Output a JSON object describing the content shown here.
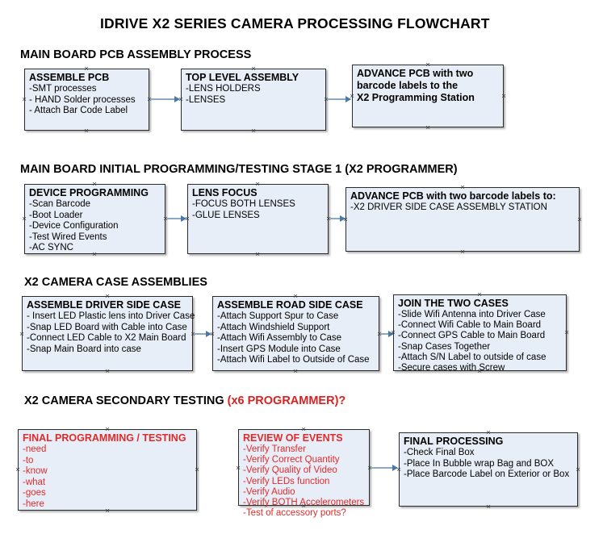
{
  "document": {
    "title": "IDRIVE X2  SERIES CAMERA PROCESSING FLOWCHART"
  },
  "sections": [
    {
      "id": "main-board-pcb-assembly-process",
      "heading": "MAIN BOARD PCB ASSEMBLY PROCESS",
      "heading_accent": "",
      "nodes": [
        {
          "id": "assemble-pcb",
          "title": "ASSEMBLE PCB",
          "lines": [
            "-SMT processes",
            "- HAND Solder processes",
            "- Attach Bar Code Label"
          ],
          "color": "black"
        },
        {
          "id": "top-level-assembly",
          "title": "TOP LEVEL ASSEMBLY",
          "lines": [
            "-LENS HOLDERS",
            "-LENSES"
          ],
          "color": "black"
        },
        {
          "id": "advance-pcb-programming-station",
          "title": "ADVANCE PCB with two",
          "lines": [
            "barcode labels to the",
            " X2 Programming Station"
          ],
          "color": "black",
          "title_is_bold_block": true
        }
      ]
    },
    {
      "id": "main-board-initial-programming",
      "heading": "MAIN BOARD INITIAL PROGRAMMING/TESTING STAGE 1 (X2 PROGRAMMER)",
      "heading_accent": "",
      "nodes": [
        {
          "id": "device-programming",
          "title": "DEVICE PROGRAMMING",
          "lines": [
            "-Scan Barcode",
            "-Boot Loader",
            "-Device Configuration",
            "-Test Wired Events",
            "-AC SYNC"
          ],
          "color": "black"
        },
        {
          "id": "lens-focus",
          "title": "LENS FOCUS",
          "lines": [
            "-FOCUS BOTH LENSES",
            "-GLUE LENSES"
          ],
          "color": "black"
        },
        {
          "id": "advance-pcb-driver-side-station",
          "title": "ADVANCE PCB with two barcode labels to:",
          "lines": [
            "-X2 DRIVER  SIDE  CASE  ASSEMBLY STATION"
          ],
          "color": "black"
        }
      ]
    },
    {
      "id": "x2-camera-case-assemblies",
      "heading": "X2 CAMERA CASE ASSEMBLIES",
      "heading_accent": "",
      "nodes": [
        {
          "id": "assemble-driver-side-case",
          "title": "ASSEMBLE DRIVER SIDE CASE",
          "lines": [
            "- Insert LED Plastic lens into Driver Case",
            "-Snap LED Board with Cable into Case",
            "-Connect LED Cable to X2 Main Board",
            "-Snap Main Board into case"
          ],
          "color": "black"
        },
        {
          "id": "assemble-road-side-case",
          "title": "ASSEMBLE ROAD SIDE CASE",
          "lines": [
            "-Attach Support Spur to Case",
            "-Attach Windshield Support",
            "-Attach Wifi Assembly to Case",
            "-Insert GPS Module into Case",
            "-Attach Wifi Label to Outside of Case"
          ],
          "color": "black"
        },
        {
          "id": "join-the-two-cases",
          "title": "JOIN THE TWO CASES",
          "lines": [
            "-Slide Wifi Antenna into Driver Case",
            "-Connect Wifi Cable to Main Board",
            "-Connect GPS Cable to Main Board",
            "-Snap Cases Together",
            "-Attach S/N Label to outside of case",
            "-Secure cases with Screw"
          ],
          "color": "black"
        }
      ]
    },
    {
      "id": "x2-camera-secondary-testing",
      "heading": "X2 CAMERA SECONDARY TESTING ",
      "heading_accent": "(x6 PROGRAMMER)?",
      "nodes": [
        {
          "id": "final-programming-testing",
          "title": "FINAL PROGRAMMING / TESTING",
          "lines": [
            "-need",
            "-to",
            "-know",
            "-what",
            "-goes",
            "-here"
          ],
          "color": "red"
        },
        {
          "id": "review-of-events",
          "title": "REVIEW OF EVENTS",
          "lines": [
            "-Verify Transfer",
            "-Verify Correct Quantity",
            "-Verify Quality of Video",
            "-Verify LEDs function",
            "-Verify Audio",
            "-Verify BOTH Accelerometers",
            "-Test of accessory ports?"
          ],
          "color": "red"
        },
        {
          "id": "final-processing",
          "title": "FINAL PROCESSING",
          "lines": [
            " -Check Final Box",
            "-Place In Bubble wrap Bag and BOX",
            "-Place Barcode Label on Exterior or Box"
          ],
          "color": "black"
        }
      ]
    }
  ],
  "colors": {
    "node_fill": "#e8eef7",
    "node_border": "#2b2b2b",
    "connector": "#8ba9c4",
    "arrowhead": "#4a78a8",
    "accent_red": "#e02b2b",
    "text": "#000000"
  }
}
